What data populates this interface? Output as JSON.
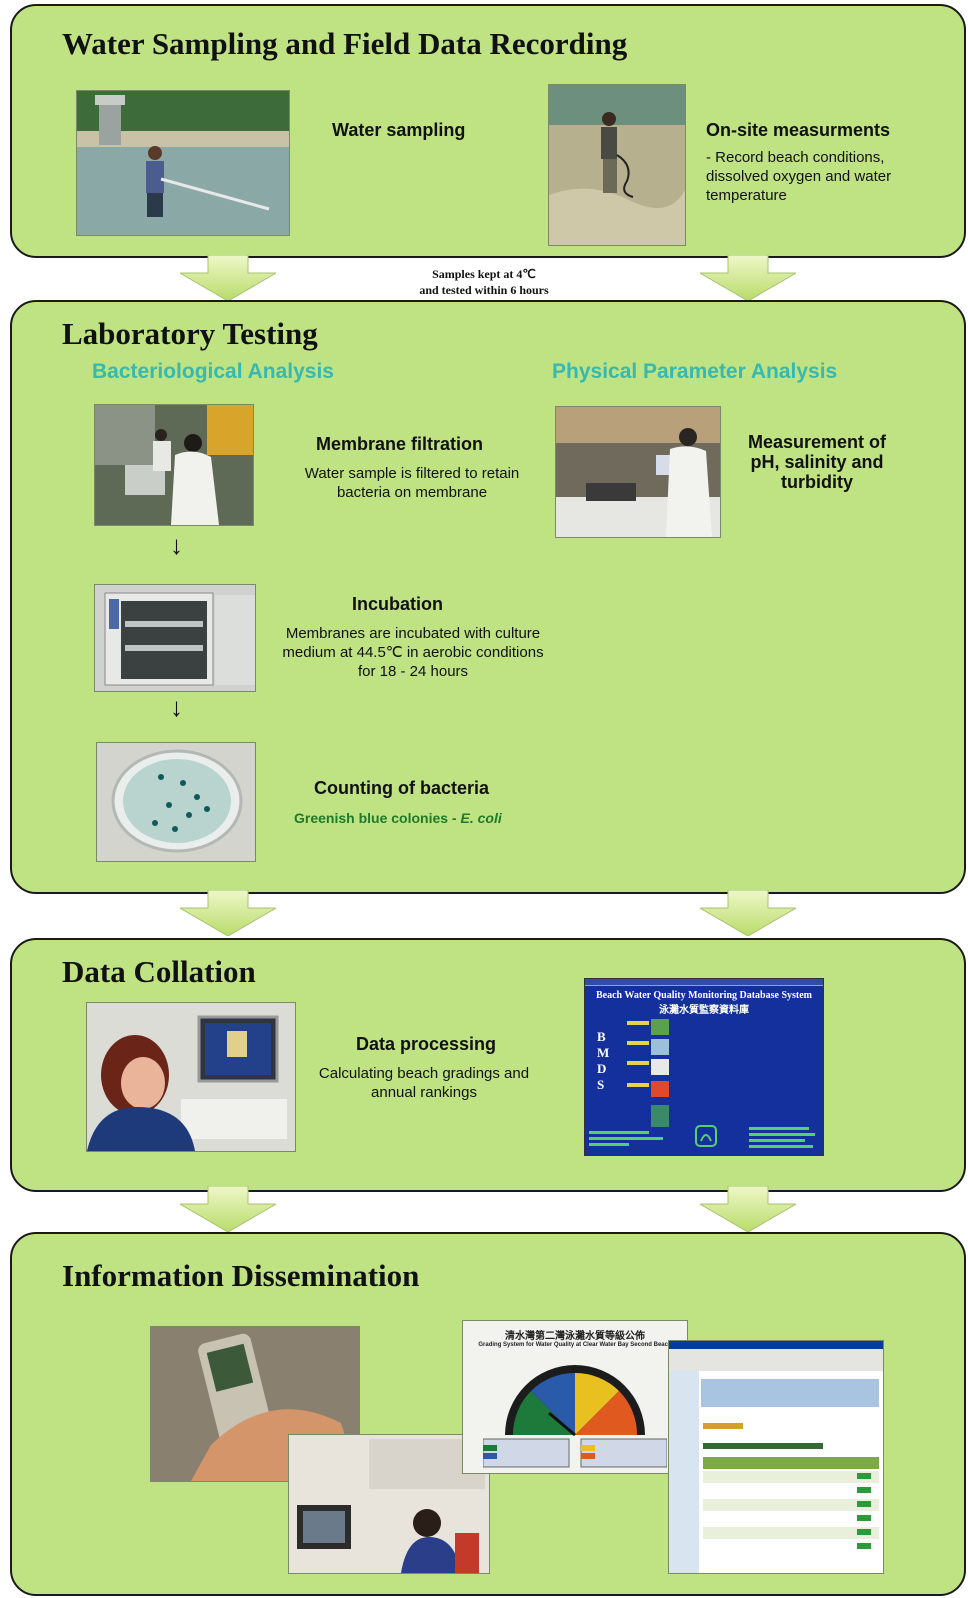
{
  "panels": {
    "sampling": {
      "title": "Water Sampling and Field Data Recording",
      "water_sampling": "Water sampling",
      "onsite_title": "On-site measurments",
      "onsite_desc": "- Record beach conditions, dissolved oxygen and water temperature"
    },
    "transfer_note_line1": "Samples kept at 4℃",
    "transfer_note_line2": "and tested within 6 hours",
    "lab": {
      "title": "Laboratory Testing",
      "bacterio_header": "Bacteriological Analysis",
      "physical_header": "Physical Parameter Analysis",
      "membrane_title": "Membrane filtration",
      "membrane_desc": "Water sample is filtered to retain bacteria on membrane",
      "physical_title": "Measurement of pH, salinity and turbidity",
      "incubation_title": "Incubation",
      "incubation_desc": "Membranes are incubated with culture medium at 44.5℃ in aerobic conditions for 18 - 24 hours",
      "counting_title": "Counting of bacteria",
      "counting_desc_prefix": "Greenish blue colonies - ",
      "counting_desc_organism": "E. coli"
    },
    "collation": {
      "title": "Data Collation",
      "processing_title": "Data processing",
      "processing_desc": "Calculating beach gradings and annual rankings",
      "db_title_en": "Beach Water Quality Monitoring Database System",
      "db_title_zh": "泳灘水質監察資料庫",
      "db_letters": [
        "B",
        "M",
        "D",
        "S"
      ]
    },
    "dissemination": {
      "title": "Information Dissemination",
      "board_title_zh": "清水灣第二灣泳灘水質等級公佈",
      "board_title_en": "Grading System for Water Quality at Clear Water Bay Second Beach"
    }
  },
  "colors": {
    "panel_bg": "#bfe283",
    "arrow_fill": "#dcee9c",
    "subheader": "#37b8b0",
    "ecoli_text": "#1f7a2a"
  }
}
